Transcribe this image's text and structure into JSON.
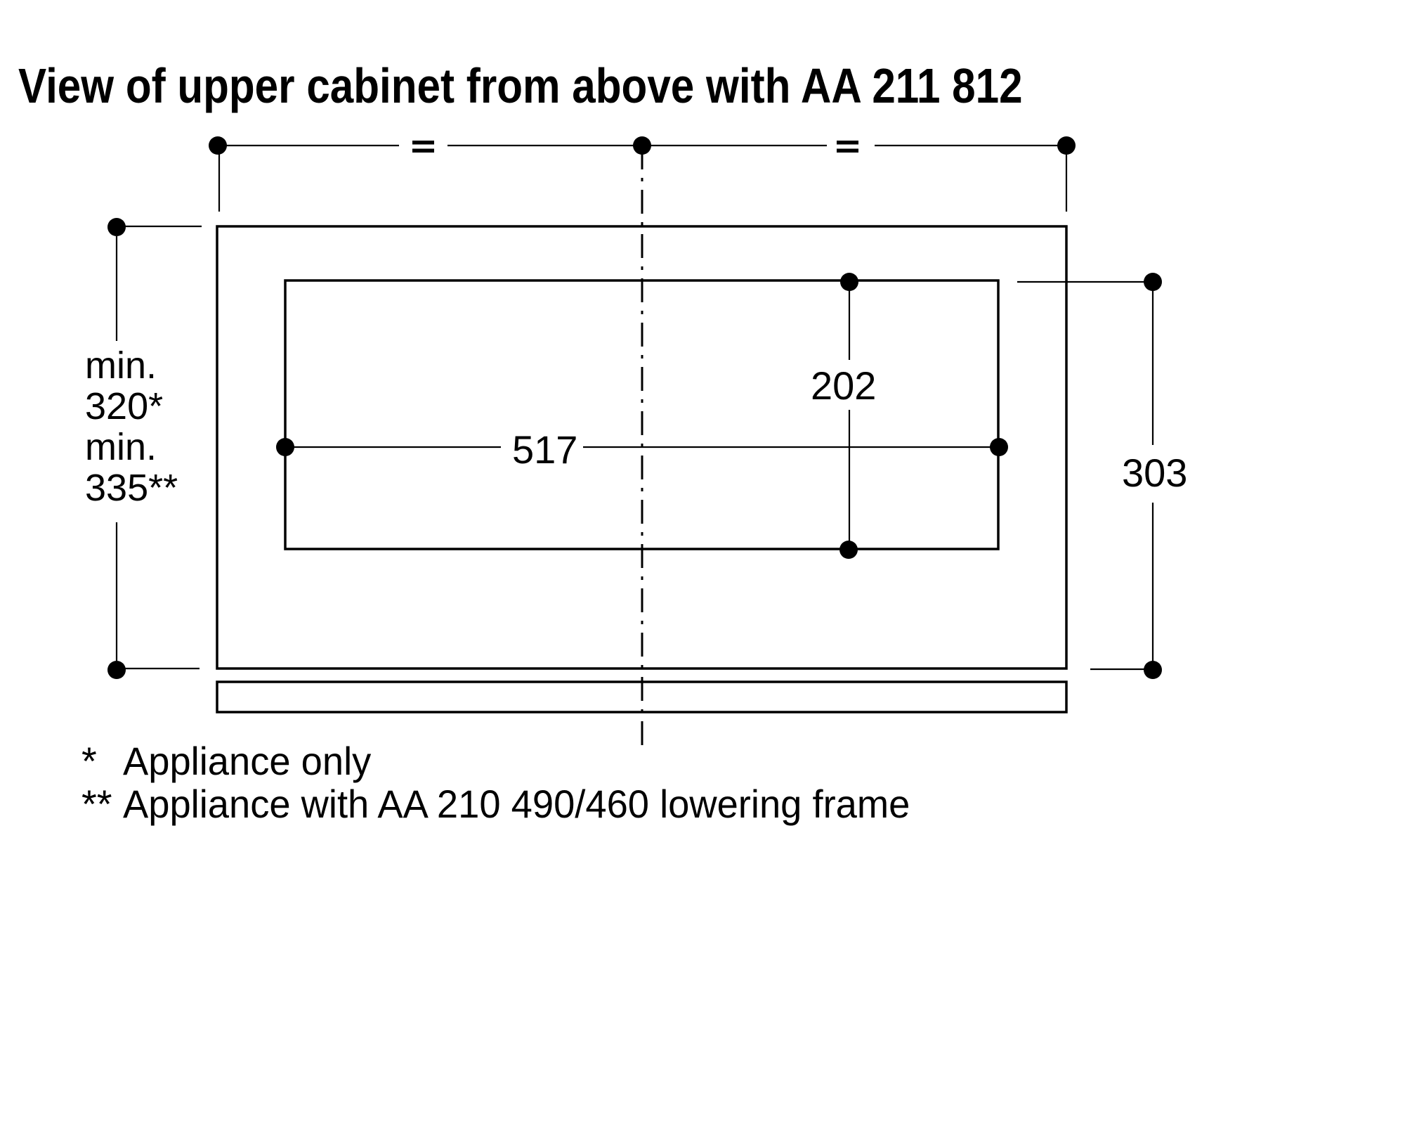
{
  "title": "View of upper cabinet from above with AA 211 812",
  "dimensions": {
    "equals": "=",
    "label_517": "517",
    "label_202": "202",
    "label_303": "303",
    "min_lines": [
      "min.",
      "320*",
      "min.",
      "335**"
    ]
  },
  "footnotes": {
    "line1_marker": "*",
    "line1_text": "Appliance only",
    "line2_marker": "**",
    "line2_text": "Appliance with AA 210 490/460 lowering frame"
  }
}
